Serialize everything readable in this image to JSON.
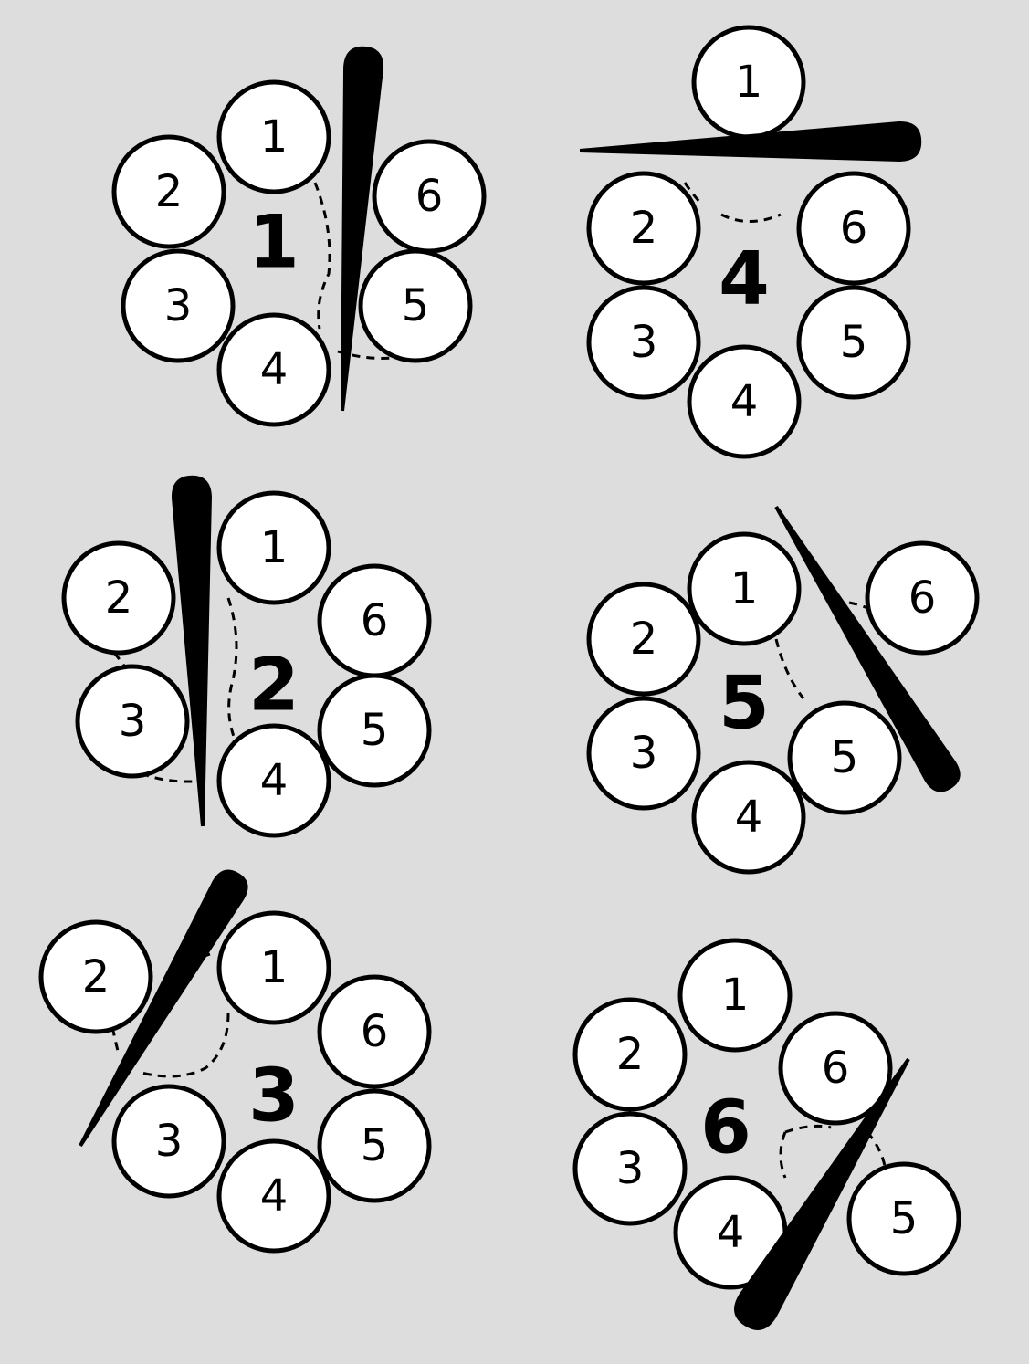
{
  "diagrams": [
    {
      "center_label": "1",
      "pins": [
        "1",
        "2",
        "3",
        "4",
        "5",
        "6"
      ]
    },
    {
      "center_label": "4",
      "pins": [
        "1",
        "2",
        "3",
        "4",
        "5",
        "6"
      ]
    },
    {
      "center_label": "2",
      "pins": [
        "1",
        "2",
        "3",
        "4",
        "5",
        "6"
      ]
    },
    {
      "center_label": "5",
      "pins": [
        "1",
        "2",
        "3",
        "4",
        "5",
        "6"
      ]
    },
    {
      "center_label": "3",
      "pins": [
        "1",
        "2",
        "3",
        "4",
        "5",
        "6"
      ]
    },
    {
      "center_label": "6",
      "pins": [
        "1",
        "2",
        "3",
        "4",
        "5",
        "6"
      ]
    }
  ],
  "colors": {
    "background": "#dddddd",
    "ink": "#000000",
    "pin_fill": "#ffffff"
  }
}
